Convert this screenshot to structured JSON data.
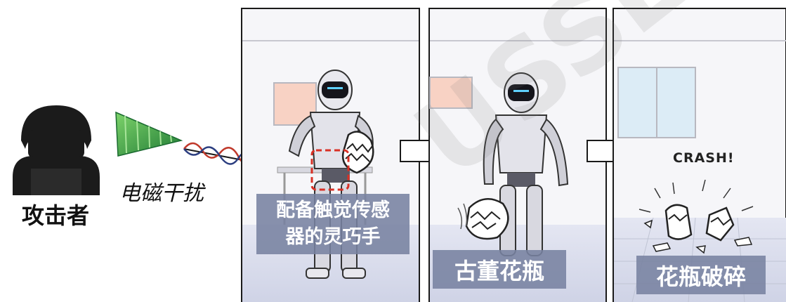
{
  "attacker": {
    "label": "攻击者",
    "icon": "attacker-icon"
  },
  "interference": {
    "label": "电磁干扰",
    "icon": "antenna-icon"
  },
  "panels": [
    {
      "caption": "配备触觉传感\n器的灵巧手"
    },
    {
      "caption": "古董花瓶"
    },
    {
      "caption": "花瓶破碎",
      "sound_effect": "CRASH!"
    }
  ],
  "watermark": "USSLAB",
  "colors": {
    "caption_bg": "#7882a0",
    "wave_red": "#c0392b",
    "wave_blue": "#2c3e80",
    "antenna_green": "#2e9d4a",
    "highlight": "#d93025"
  }
}
